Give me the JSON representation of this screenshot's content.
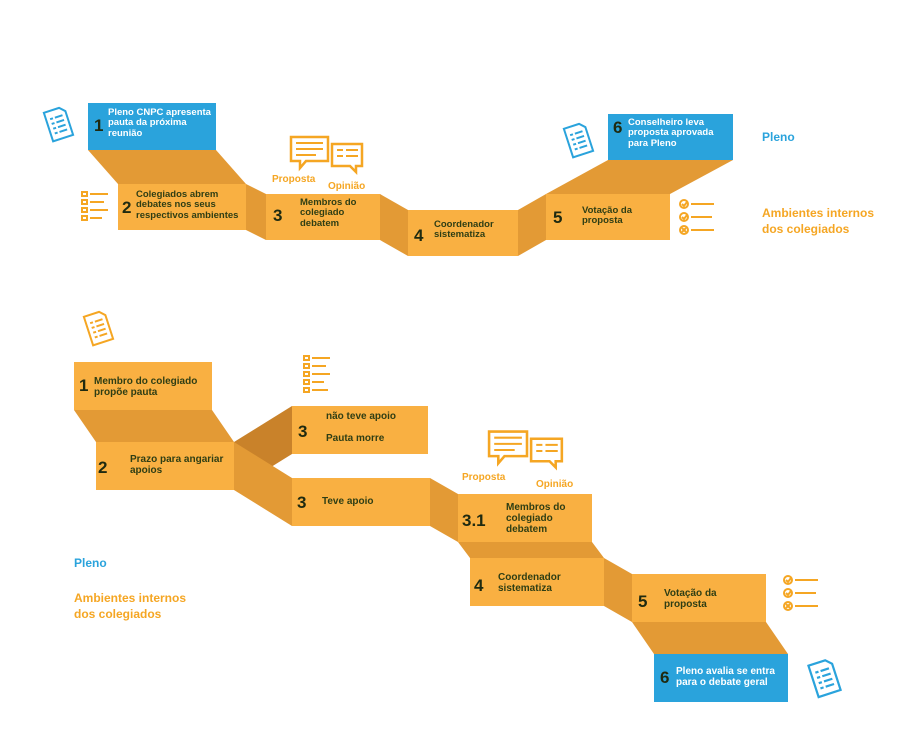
{
  "colors": {
    "orange": "#f9b042",
    "orange_dark": "#e39a35",
    "orange_darker": "#c9822a",
    "blue": "#2aa3dc",
    "text_dark": "#2f3e14",
    "icon_blue": "#2aa3dc",
    "icon_orange": "#f5a623"
  },
  "legend": {
    "pleno": "Pleno",
    "ambientes_line1": "Ambientes internos",
    "ambientes_line2": "dos colegiados"
  },
  "flow1": {
    "steps": [
      {
        "num": "1",
        "text": "Pleno CNPC apresenta pauta da próxima reunião",
        "style": "blue"
      },
      {
        "num": "2",
        "text": "Colegiados abrem debates nos seus respectivos ambientes",
        "style": "orange"
      },
      {
        "num": "3",
        "text": "Membros do colegiado debatem",
        "style": "orange"
      },
      {
        "num": "4",
        "text": "Coordenador sistematiza",
        "style": "orange"
      },
      {
        "num": "5",
        "text": "Votação da proposta",
        "style": "orange"
      },
      {
        "num": "6",
        "text": "Conselheiro leva proposta aprovada para Pleno",
        "style": "blue"
      }
    ],
    "bubble_labels": {
      "proposta": "Proposta",
      "opiniao": "Opinião"
    }
  },
  "flow2": {
    "steps": [
      {
        "num": "1",
        "text": "Membro do colegiado propõe pauta",
        "style": "orange"
      },
      {
        "num": "2",
        "text": "Prazo para angariar apoios",
        "style": "orange"
      },
      {
        "num": "3",
        "text_line1": "não teve apoio",
        "text_line2": "Pauta morre",
        "style": "orange"
      },
      {
        "num": "3",
        "text": "Teve apoio",
        "style": "orange"
      },
      {
        "num": "3.1",
        "text": "Membros do colegiado debatem",
        "style": "orange"
      },
      {
        "num": "4",
        "text": "Coordenador sistematiza",
        "style": "orange"
      },
      {
        "num": "5",
        "text": "Votação da proposta",
        "style": "orange"
      },
      {
        "num": "6",
        "text": "Pleno avalia se entra para o debate geral",
        "style": "blue"
      }
    ],
    "bubble_labels": {
      "proposta": "Proposta",
      "opiniao": "Opinião"
    }
  },
  "icons": [
    "document-icon",
    "list-icon",
    "speech-bubbles-icon",
    "vote-checklist-icon"
  ]
}
